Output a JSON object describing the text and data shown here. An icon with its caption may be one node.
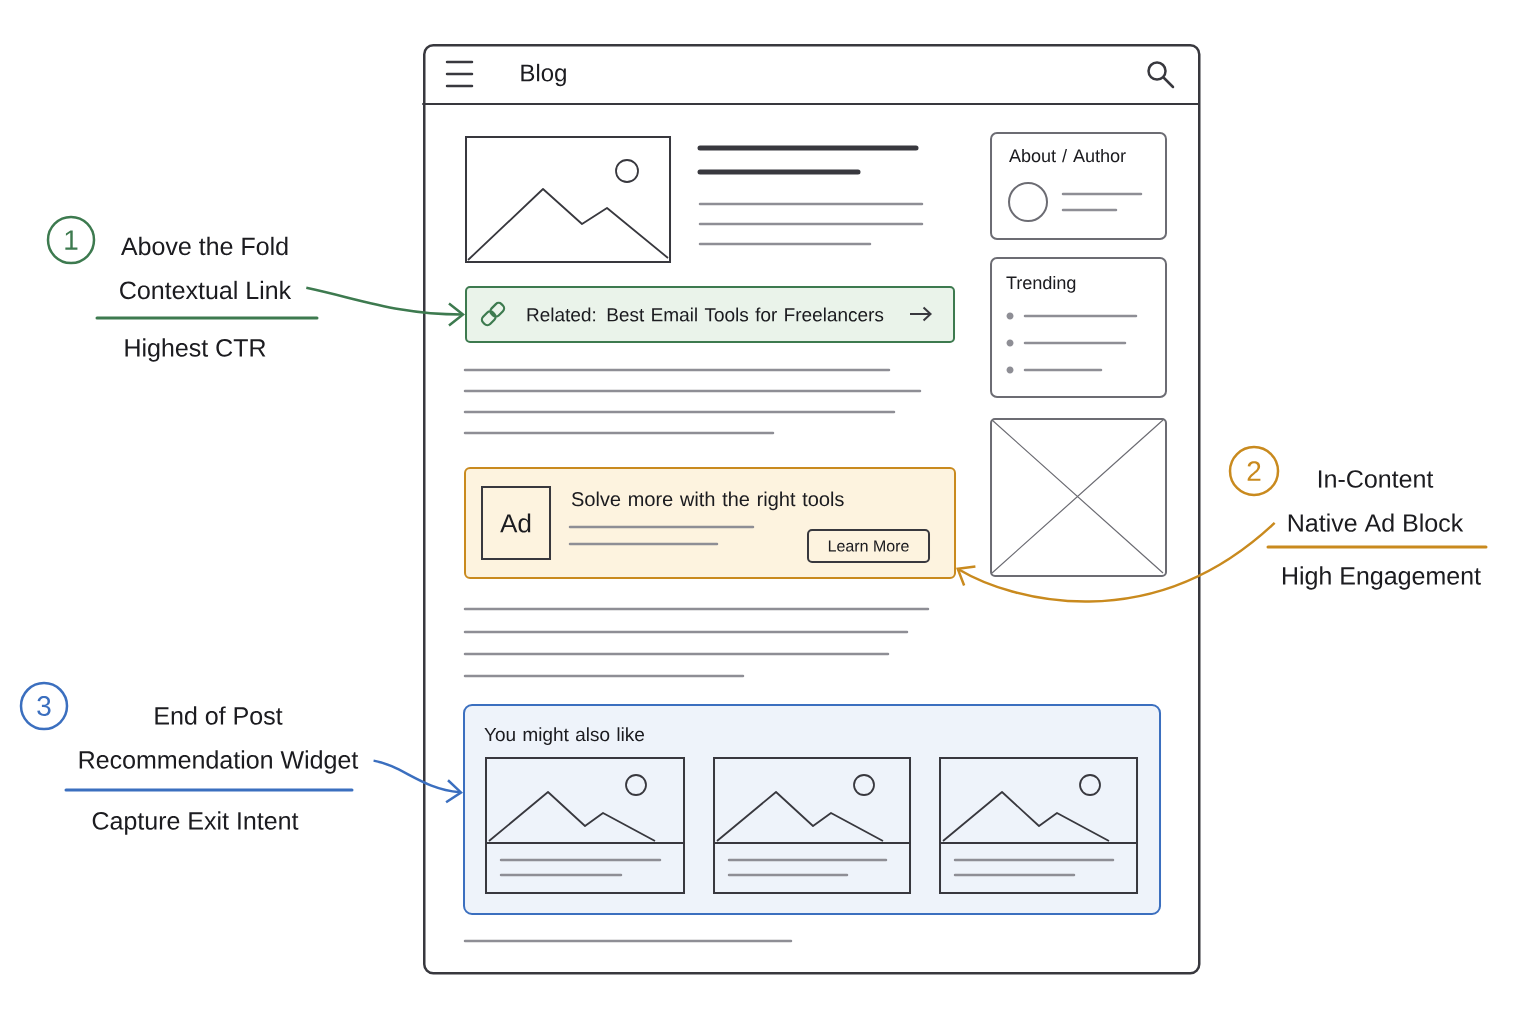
{
  "diagram": {
    "nodes": [
      {
        "text": [
          "Blog"
        ]
      },
      {
        "text": [
          "About / Author"
        ],
        "in": 0
      },
      {
        "text": [
          "Trending"
        ],
        "in": 0
      },
      {
        "text": [],
        "shape": "box",
        "in": 0
      },
      {
        "text": [
          "Related: Best Email Tools for Freelancers"
        ],
        "in": 0
      },
      {
        "text": [
          "Solve more with the right tools"
        ],
        "in": 0
      },
      {
        "text": [
          "Ad"
        ],
        "in": 5
      },
      {
        "text": [
          "Learn More"
        ],
        "in": 5
      },
      {
        "text": [
          "You might also like"
        ],
        "in": 0
      },
      {
        "text": [
          "1"
        ]
      },
      {
        "text": [
          "Above the Fold Contextual Link",
          "Highest CTR"
        ]
      },
      {
        "text": [
          "2"
        ]
      },
      {
        "text": [
          "In-Content Native Ad Block",
          "High Engagement"
        ]
      },
      {
        "text": [
          "3"
        ]
      },
      {
        "text": [
          "End of Post Recommendation Widget",
          "Capture Exit Intent"
        ]
      }
    ],
    "edges": [
      {
        "from": 10,
        "to": 4,
        "arrow": "to",
        "color": "#3d7a4f"
      },
      {
        "from": 12,
        "to": 5,
        "arrow": "to",
        "color": "#c98a1e"
      },
      {
        "from": 14,
        "to": 8,
        "arrow": "to",
        "color": "#3b6fbf"
      }
    ]
  }
}
